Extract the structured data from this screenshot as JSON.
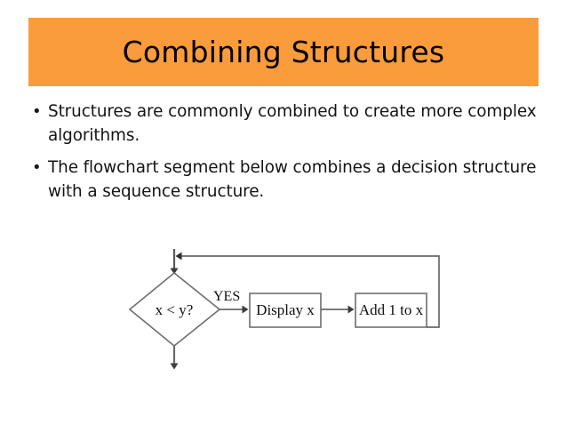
{
  "slide": {
    "title": "Combining Structures",
    "title_bar_color": "#fa9c3b",
    "background_color": "#ffffff"
  },
  "bullets": [
    {
      "marker": "•",
      "text": "Structures are commonly combined to create more complex algorithms."
    },
    {
      "marker": "•",
      "text": "The flowchart segment below combines a decision structure with a sequence structure."
    }
  ],
  "flowchart": {
    "decision": {
      "label": "x < y?"
    },
    "branch_label_yes": "YES",
    "process_1": {
      "label": "Display x"
    },
    "process_2": {
      "label": "Add 1 to x"
    },
    "stroke_color": "#555555",
    "box_fill": "#ffffff"
  }
}
